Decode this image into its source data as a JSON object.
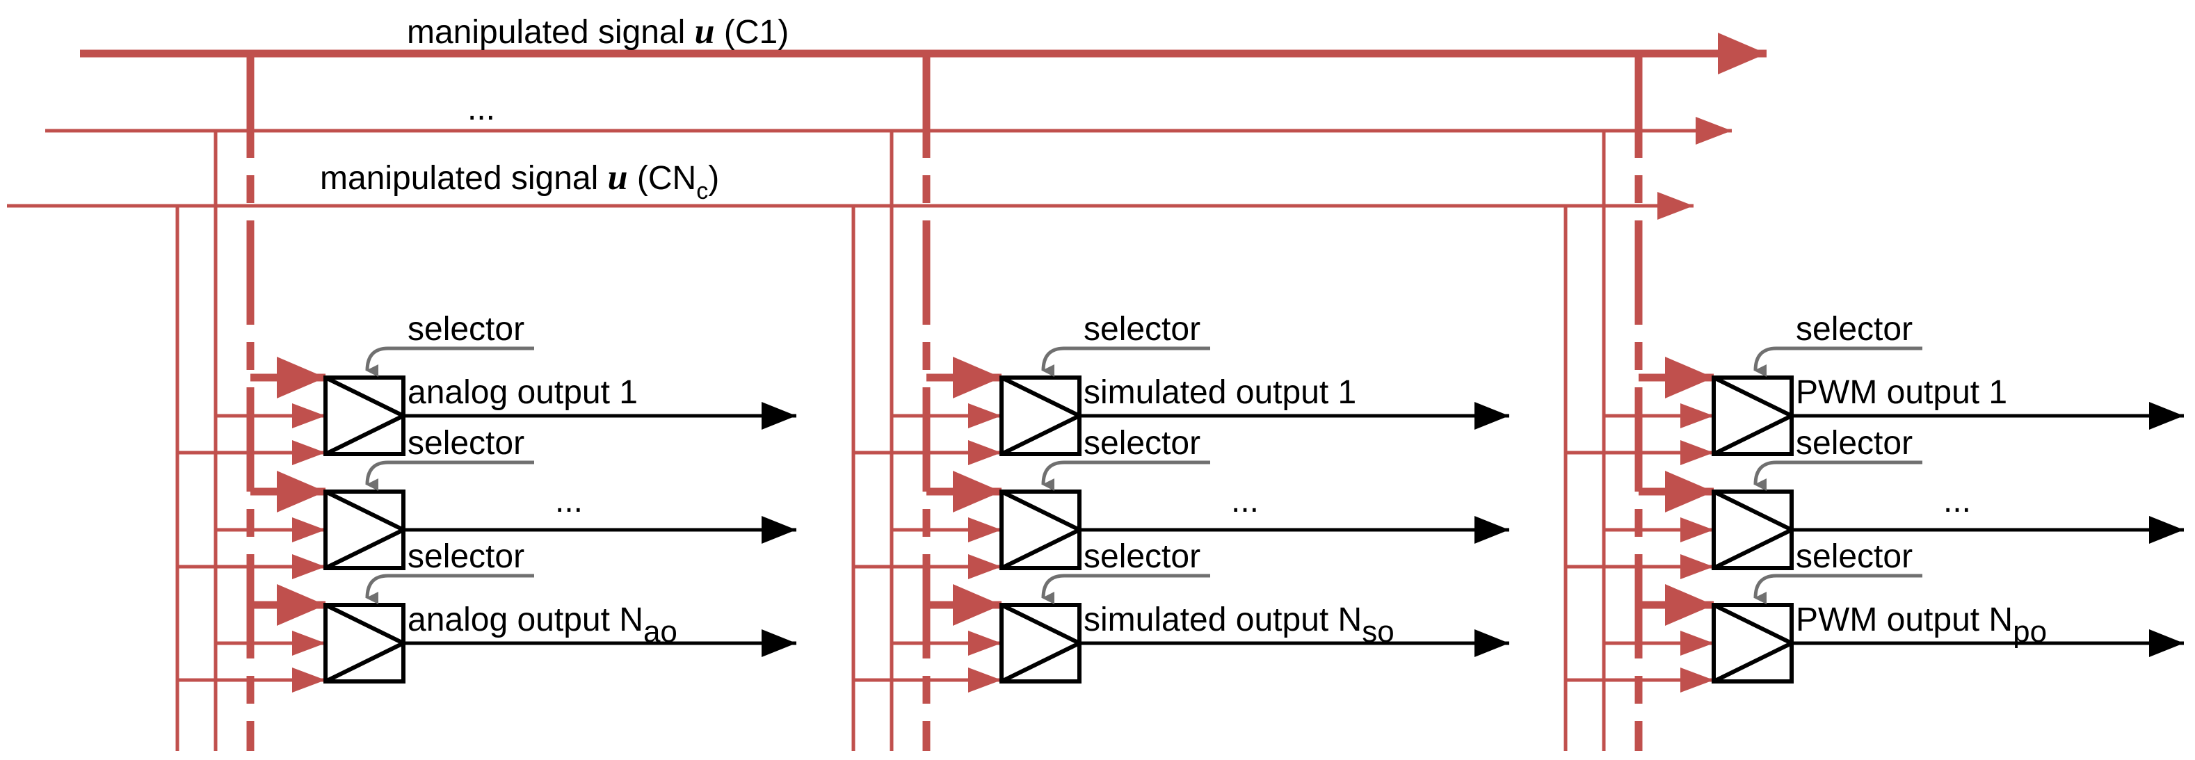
{
  "colors": {
    "signal": "#c0504d",
    "wire": "#000000",
    "selector_arrow": "#707070"
  },
  "signals": [
    {
      "label_prefix": "manipulated signal ",
      "label_math": "u",
      "label_suffix": " (C1)"
    },
    {
      "label_prefix": "...",
      "label_math": "",
      "label_suffix": ""
    },
    {
      "label_prefix": "manipulated signal ",
      "label_math": "u",
      "label_suffix": " (CN",
      "label_sub": "c",
      "label_close": ")"
    }
  ],
  "groups": [
    {
      "outputs": [
        {
          "selector": "selector",
          "label": "analog output 1"
        },
        {
          "selector": "selector",
          "label": "..."
        },
        {
          "selector": "selector",
          "label": "analog output N",
          "label_sub": "ao"
        }
      ]
    },
    {
      "outputs": [
        {
          "selector": "selector",
          "label": "simulated output 1"
        },
        {
          "selector": "selector",
          "label": "..."
        },
        {
          "selector": "selector",
          "label": "simulated output N",
          "label_sub": "so"
        }
      ]
    },
    {
      "outputs": [
        {
          "selector": "selector",
          "label": "PWM output 1"
        },
        {
          "selector": "selector",
          "label": "..."
        },
        {
          "selector": "selector",
          "label": "PWM output N",
          "label_sub": "po"
        }
      ]
    }
  ]
}
